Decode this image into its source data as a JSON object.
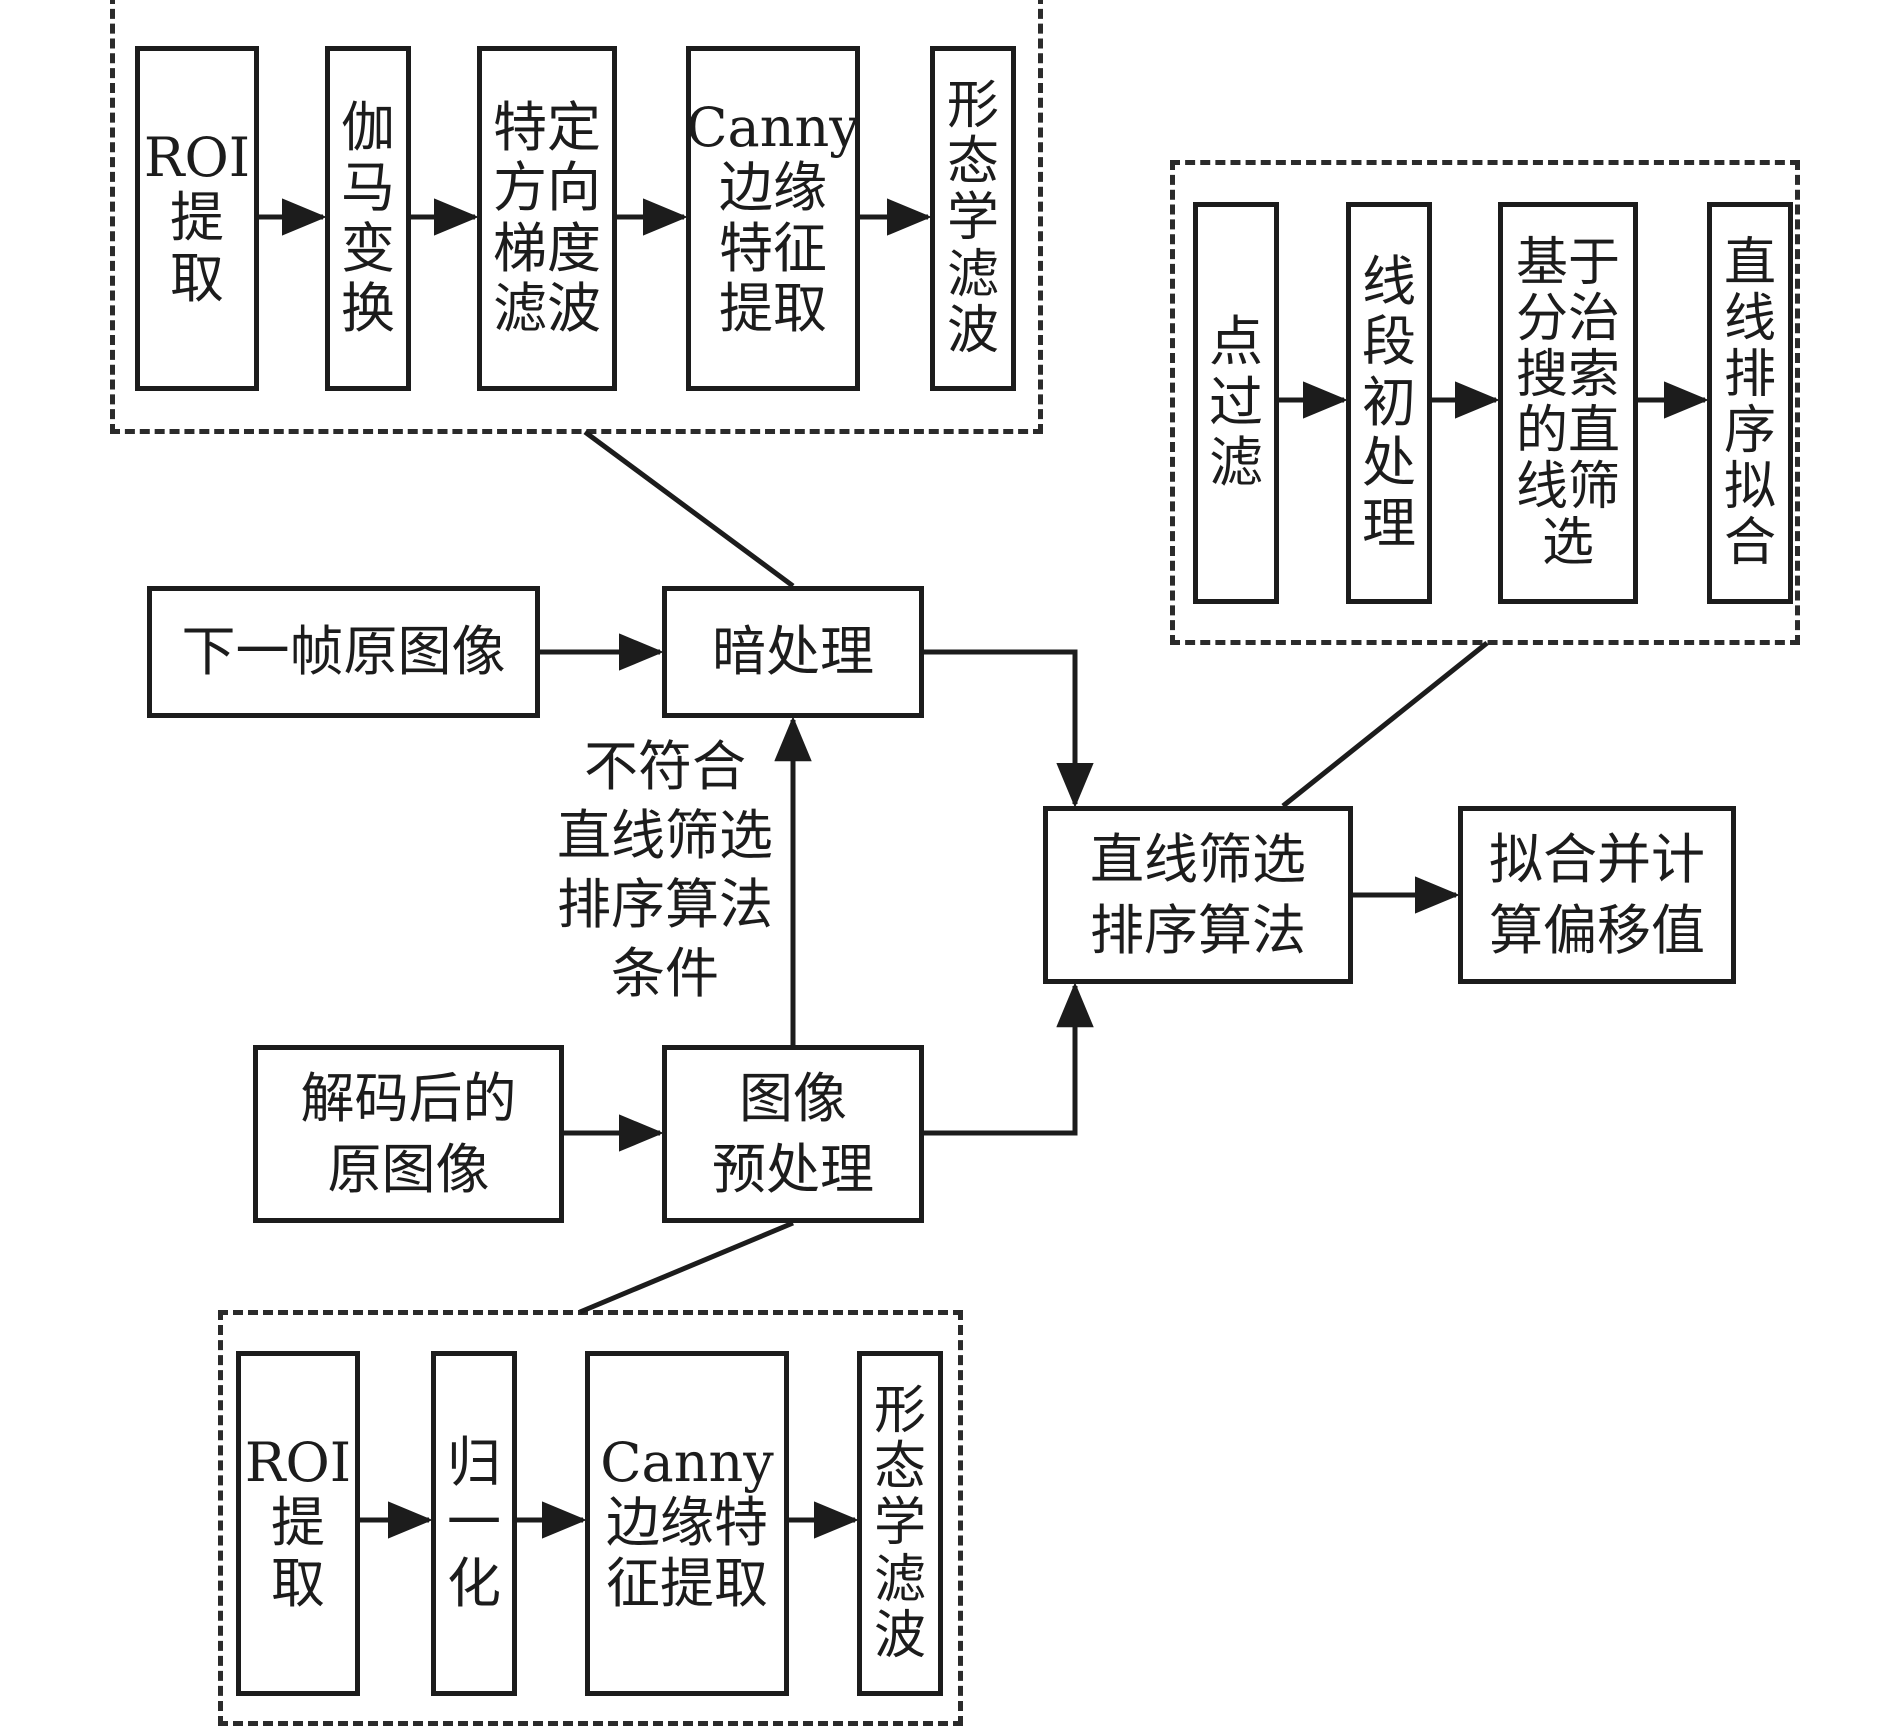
{
  "top_group": {
    "steps": [
      "ROI\n提\n取",
      "伽\n马\n变\n换",
      "特定\n方向\n梯度\n滤波",
      "Canny\n边缘\n特征\n提取",
      "形\n态\n学\n滤\n波"
    ]
  },
  "right_group": {
    "steps": [
      "点\n过\n滤",
      "线\n段\n初\n处\n理",
      "基于\n分治\n搜索\n的直\n线筛\n选",
      "直\n线\n排\n序\n拟\n合"
    ]
  },
  "bottom_group": {
    "steps": [
      "ROI\n提\n取",
      "归\n一\n化",
      "Canny\n边缘特\n征提取",
      "形\n态\n学\n滤\n波"
    ]
  },
  "main": {
    "next_frame": "下一帧原图像",
    "dark_processing": "暗处理",
    "decoded_image": "解码后的\n原图像",
    "preprocess": "图像\n预处理",
    "line_filter": "直线筛选\n排序算法",
    "fit_offset": "拟合并计\n算偏移值",
    "condition_label": "不符合\n直线筛选\n排序算法\n条件"
  },
  "colors": {
    "stroke": "#1c1c1c",
    "background": "#ffffff"
  }
}
